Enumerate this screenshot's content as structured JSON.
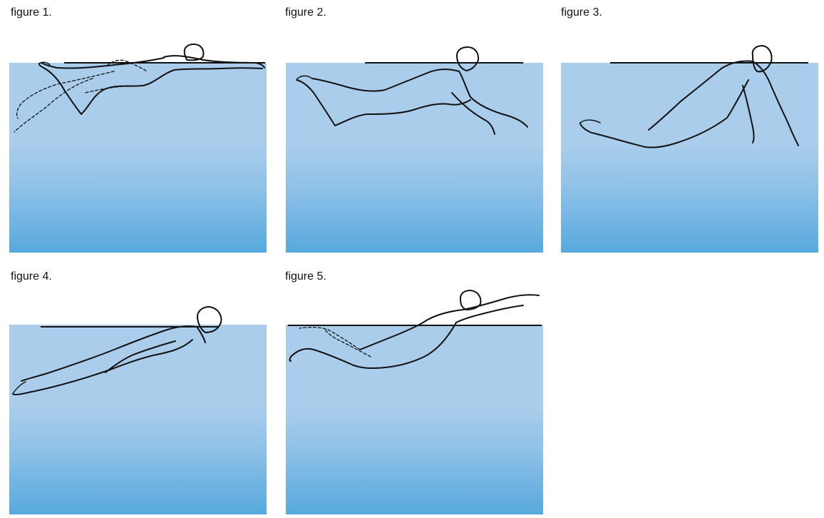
{
  "figures": [
    {
      "label": "figure 1."
    },
    {
      "label": "figure 2."
    },
    {
      "label": "figure 3."
    },
    {
      "label": "figure 4."
    },
    {
      "label": "figure 5."
    }
  ],
  "colors": {
    "water_top": "#a9cdeb",
    "water_bottom": "#56a9dd",
    "line": "#111111"
  }
}
